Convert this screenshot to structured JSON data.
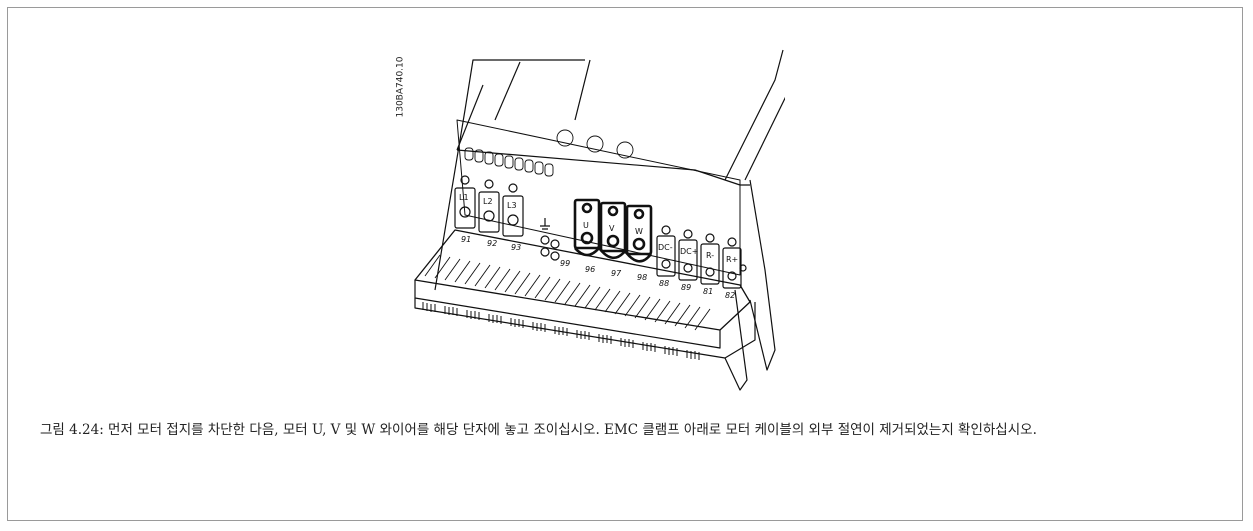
{
  "figure": {
    "code": "130BA740.10",
    "terminals": {
      "mains": [
        "L1",
        "L2",
        "L3"
      ],
      "mains_numbers": [
        "91",
        "92",
        "93"
      ],
      "motor": [
        "U",
        "V",
        "W"
      ],
      "motor_numbers": [
        "96",
        "97",
        "98"
      ],
      "earth_number": "99",
      "dc_brake": [
        "DC-",
        "DC+",
        "R-",
        "R+"
      ],
      "dc_brake_numbers": [
        "88",
        "89",
        "81",
        "82"
      ]
    }
  },
  "caption": {
    "text": "그림 4.24: 먼저 모터 접지를 차단한 다음, 모터 U, V 및 W 와이어를 해당 단자에 놓고 조이십시오. EMC 클램프 아래로 모터 케이블의 외부 절연이 제거되었는지 확인하십시오."
  }
}
